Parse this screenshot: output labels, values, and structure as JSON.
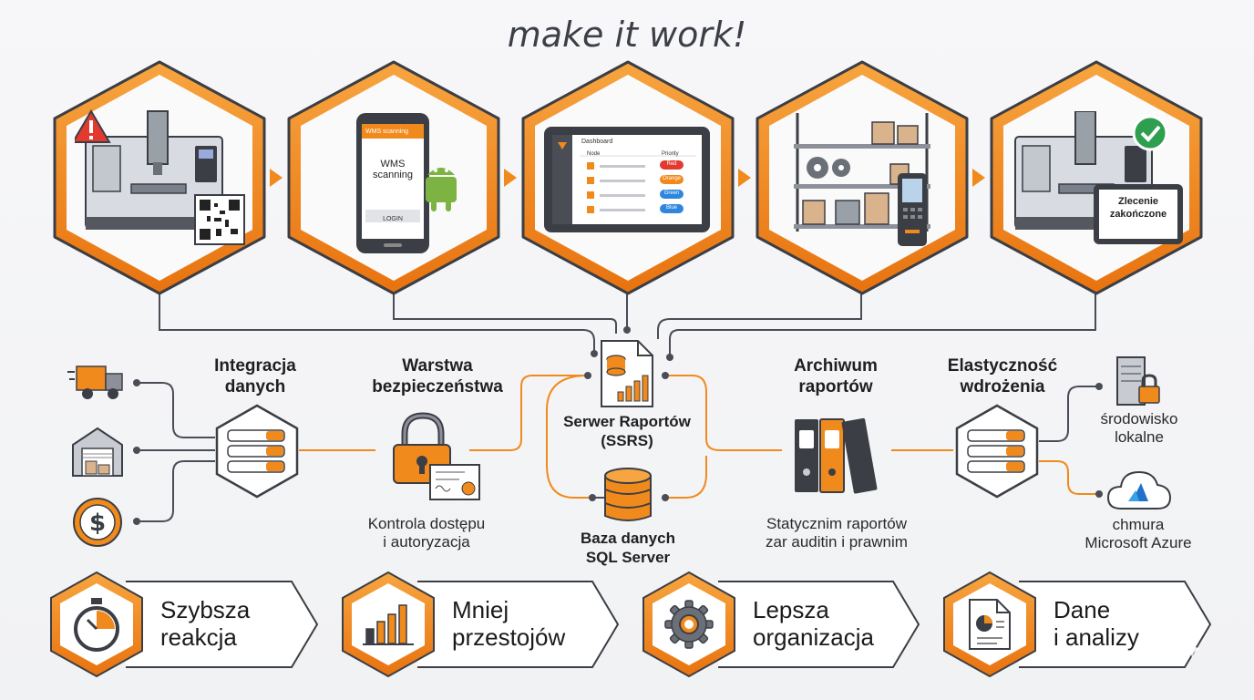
{
  "title": "make it work!",
  "workflow_steps": [
    {
      "id": "machine-alert",
      "icon": "cnc-machine-warning-qr-icon"
    },
    {
      "id": "wms-phone",
      "icon": "android-phone-icon",
      "screen_header": "WMS scanning",
      "screen_text": "WMS\nscanning",
      "button_label": "LOGIN"
    },
    {
      "id": "dashboard",
      "icon": "tablet-dashboard-icon",
      "header": "Dashboard",
      "col1": "Node",
      "col2": "Priority",
      "badges": [
        "Red",
        "Orange",
        "Green",
        "Blue"
      ]
    },
    {
      "id": "warehouse",
      "icon": "warehouse-shelf-scanner-icon"
    },
    {
      "id": "order-done",
      "icon": "cnc-machine-check-icon",
      "tablet_text": "Zlecenie\nzakończone"
    }
  ],
  "sections": {
    "integration": {
      "label": "Integracja\ndanych"
    },
    "security": {
      "label": "Warstwa\nbezpieczeństwa",
      "caption": "Kontrola dostępu\ni autoryzacja"
    },
    "report_server": {
      "label": "Serwer Raportów\n(SSRS)"
    },
    "database": {
      "label": "Baza danych\nSQL Server"
    },
    "archive": {
      "label": "Archiwum\nraportów",
      "caption": "Statycznim raportów\nzar auditin i prawnim"
    },
    "flexibility": {
      "label": "Elastyczność\nwdrożenia"
    }
  },
  "deployment": {
    "local": {
      "label": "środowisko\nlokalne"
    },
    "cloud": {
      "label": "chmura\nMicrosoft Azure"
    }
  },
  "benefits": [
    {
      "label": "Szybsza\nreakcja",
      "icon": "stopwatch-icon"
    },
    {
      "label": "Mniej\nprzestojów",
      "icon": "bar-chart-icon"
    },
    {
      "label": "Lepsza\norganizacja",
      "icon": "gear-icon"
    },
    {
      "label": "Dane\ni analizy",
      "icon": "report-pie-chart-icon"
    }
  ],
  "colors": {
    "orange": "#f08a1c",
    "dark": "#3b3e45",
    "light_orange": "#f7b36b"
  }
}
